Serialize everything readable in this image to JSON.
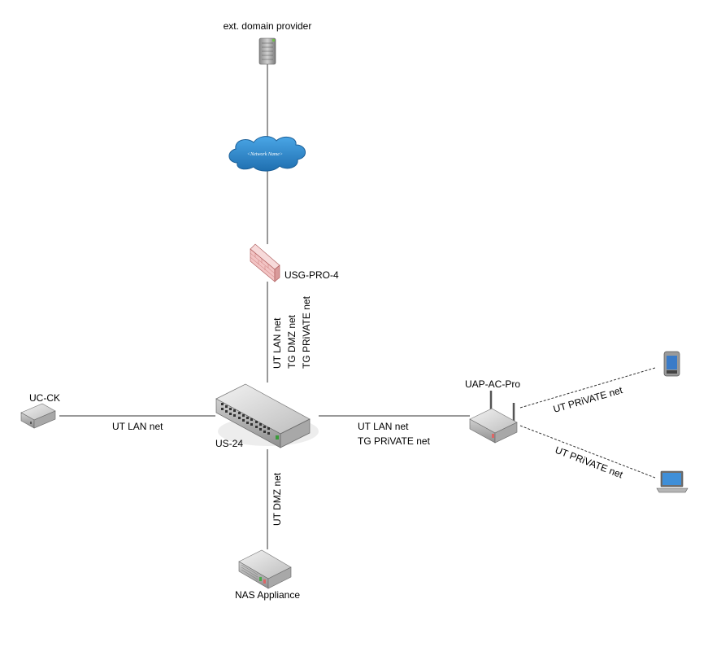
{
  "nodes": {
    "provider": {
      "label": "ext. domain provider",
      "icon": "server-tower-icon"
    },
    "cloud": {
      "label": "<Network Name>",
      "icon": "cloud-icon"
    },
    "firewall": {
      "label": "USG-PRO-4",
      "icon": "firewall-icon"
    },
    "switch": {
      "label": "US-24",
      "icon": "switch-icon"
    },
    "controller": {
      "label": "UC-CK",
      "icon": "controller-icon"
    },
    "access_point": {
      "label": "UAP-AC-Pro",
      "icon": "access-point-icon"
    },
    "nas": {
      "label": "NAS Appliance",
      "icon": "nas-icon"
    },
    "phone": {
      "icon": "phone-icon"
    },
    "laptop": {
      "icon": "laptop-icon"
    }
  },
  "links": {
    "firewall_switch": [
      "UT LAN net",
      "TG DMZ net",
      "TG PRiVATE net"
    ],
    "controller_switch": "UT LAN net",
    "switch_ap": [
      "UT LAN net",
      "TG PRiVATE net"
    ],
    "switch_nas": "UT DMZ net",
    "ap_phone": "UT PRiVATE net",
    "ap_laptop": "UT PRiVATE net"
  },
  "colors": {
    "line": "#333333",
    "cloud_fill": "#2f8fd3",
    "firewall_brick": "#f2c4c4",
    "device_gray": "#d6d6d6"
  }
}
